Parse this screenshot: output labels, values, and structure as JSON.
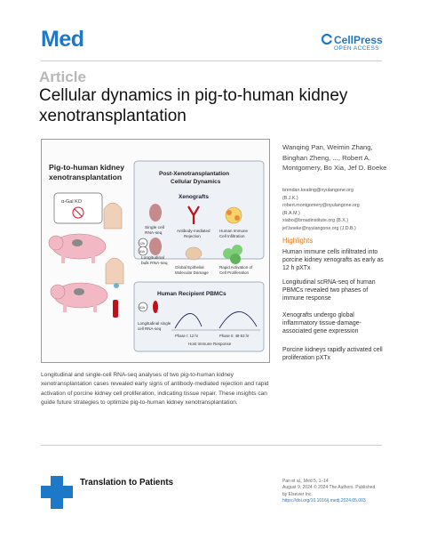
{
  "header": {
    "journal": "Med",
    "publisher": "CellPress",
    "access": "OPEN ACCESS"
  },
  "article_label": "Article",
  "title": "Cellular dynamics in pig-to-human kidney xenotransplantation",
  "authors": "Wanqing Pan, Weimin Zhang, Binghan Zheng, ..., Robert A. Montgomery, Bo Xia, Jef D. Boeke",
  "emails": [
    "brendan.keating@nyulangone.org",
    "(B.J.K.)",
    "robert.montgomery@nyulangone.org",
    "(R.A.M.)",
    "xiabo@broadinstitute.org (B.X.)",
    "jef.boeke@nyulangone.org (J.D.B.)"
  ],
  "highlights_title": "Highlights",
  "highlights": [
    "Human immune cells infiltrated into porcine kidney xenografts as early as 12 h pXTx",
    "Longitudinal scRNA-seq of human PBMCs revealed two phases of immune response",
    "Xenografts undergo global inflammatory tissue-damage-associated gene expression",
    "Porcine kidneys rapidly activated cell proliferation pXTx"
  ],
  "abstract": "Longitudinal and single-cell RNA-seq analyses of two pig-to-human kidney xenotransplantation cases revealed early signs of antibody-mediated rejection and rapid activation of porcine kidney cell proliferation, indicating tissue repair. These insights can guide future strategies to optimize pig-to-human kidney xenotransplantation.",
  "footer": {
    "category": "Translation to Patients",
    "citation": [
      "Pan et al., Med 5, 1–14",
      "August 9, 2024 © 2024 The Authors. Published",
      "by Elsevier Inc."
    ],
    "doi": "https://doi.org/10.1016/j.medj.2024.05.003"
  },
  "figure": {
    "panel_title": "Pig-to-human kidney xenotransplantation",
    "gal_ko": "α-Gal KO",
    "dynamics_title": "Post-Xenotransplantation Cellular Dynamics",
    "xenografts": "Xenografts",
    "single_cell": "Single cell RNA-seq",
    "longitudinal_bulk": "Longitudinal bulk RNA-seq",
    "t1": "12h",
    "t2": "61h",
    "antibody": "Antibody-mediated Rejection",
    "immune_infil": "Human Immune Cell Infiltration",
    "epithelial": "Global Epithelial Molecular Damage",
    "rapid_act": "Rapid Activation of Cell Proliferation",
    "pbmc": "Human Recipient PBMCs",
    "t3": "61h",
    "longitudinal_sc": "Longitudinal single-cell RNA-seq",
    "phase1": "Phase I: 12 hr",
    "phase2": "Phase II: 48-53 hr",
    "host_response": "Host Immune Response"
  }
}
